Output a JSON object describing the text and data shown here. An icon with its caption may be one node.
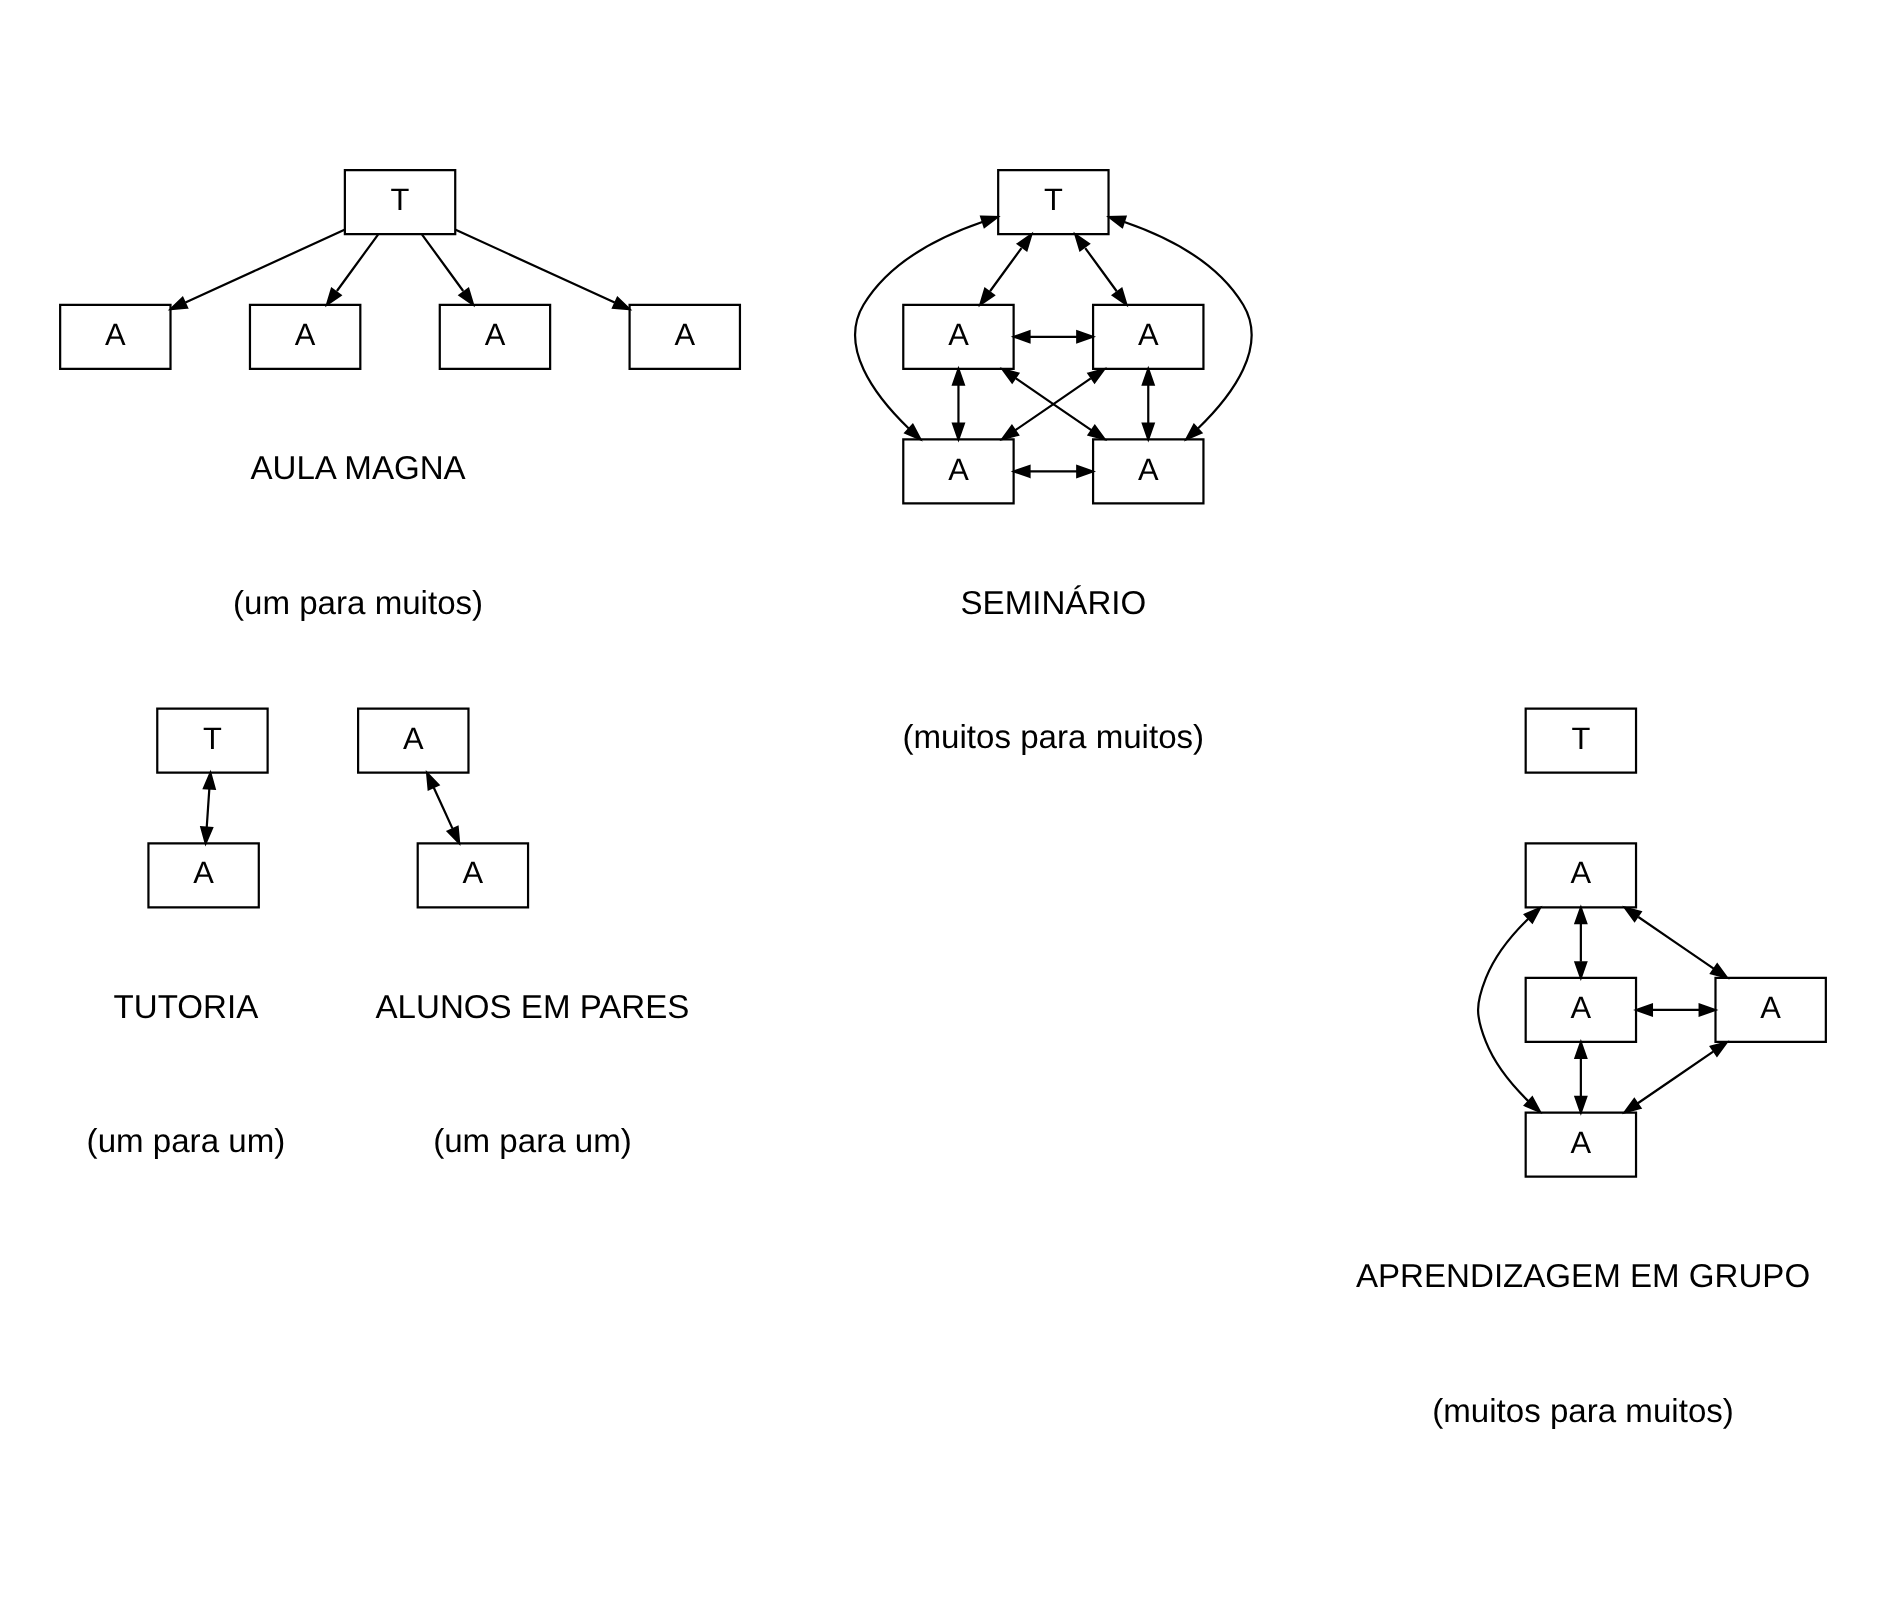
{
  "diagram": {
    "nodes": [
      {
        "text": [
          "T"
        ]
      },
      {
        "text": [
          "A"
        ]
      },
      {
        "text": [
          "A"
        ]
      },
      {
        "text": [
          "A"
        ]
      },
      {
        "text": [
          "A"
        ]
      },
      {
        "text": [
          "T"
        ]
      },
      {
        "text": [
          "A"
        ]
      },
      {
        "text": [
          "A"
        ]
      },
      {
        "text": [
          "A"
        ]
      },
      {
        "text": [
          "A"
        ]
      },
      {
        "text": [
          "T"
        ]
      },
      {
        "text": [
          "A"
        ]
      },
      {
        "text": [
          "A"
        ]
      },
      {
        "text": [
          "A"
        ]
      },
      {
        "text": [
          "T"
        ]
      },
      {
        "text": [
          "A"
        ]
      },
      {
        "text": [
          "A"
        ]
      },
      {
        "text": [
          "A"
        ]
      },
      {
        "text": [
          "A"
        ]
      }
    ],
    "edges": [
      {
        "from": 0,
        "to": 1,
        "arrow": "to"
      },
      {
        "from": 0,
        "to": 2,
        "arrow": "to"
      },
      {
        "from": 0,
        "to": 3,
        "arrow": "to"
      },
      {
        "from": 0,
        "to": 4,
        "arrow": "to"
      },
      {
        "from": 5,
        "to": 6,
        "arrow": "both"
      },
      {
        "from": 5,
        "to": 7,
        "arrow": "both"
      },
      {
        "from": 5,
        "to": 8,
        "arrow": "both"
      },
      {
        "from": 5,
        "to": 9,
        "arrow": "both"
      },
      {
        "from": 6,
        "to": 7,
        "arrow": "both"
      },
      {
        "from": 6,
        "to": 8,
        "arrow": "both"
      },
      {
        "from": 7,
        "to": 9,
        "arrow": "both"
      },
      {
        "from": 8,
        "to": 9,
        "arrow": "both"
      },
      {
        "from": 6,
        "to": 9,
        "arrow": "both"
      },
      {
        "from": 7,
        "to": 8,
        "arrow": "both"
      },
      {
        "from": 10,
        "to": 11,
        "arrow": "both"
      },
      {
        "from": 12,
        "to": 13,
        "arrow": "both"
      },
      {
        "from": 15,
        "to": 16,
        "arrow": "both"
      },
      {
        "from": 15,
        "to": 17,
        "arrow": "both"
      },
      {
        "from": 16,
        "to": 17,
        "arrow": "both"
      },
      {
        "from": 15,
        "to": 18,
        "arrow": "both"
      },
      {
        "from": 16,
        "to": 18,
        "arrow": "both"
      },
      {
        "from": 17,
        "to": 18,
        "arrow": "both"
      }
    ],
    "labels": [
      "AULA MAGNA",
      "(um para muitos)",
      "SEMINÁRIO",
      "(muitos para muitos)",
      "TUTORIA",
      "(um para um)",
      "ALUNOS EM PARES",
      "(um para um)",
      "APRENDIZAGEM EM GRUPO",
      "(muitos para muitos)"
    ]
  }
}
